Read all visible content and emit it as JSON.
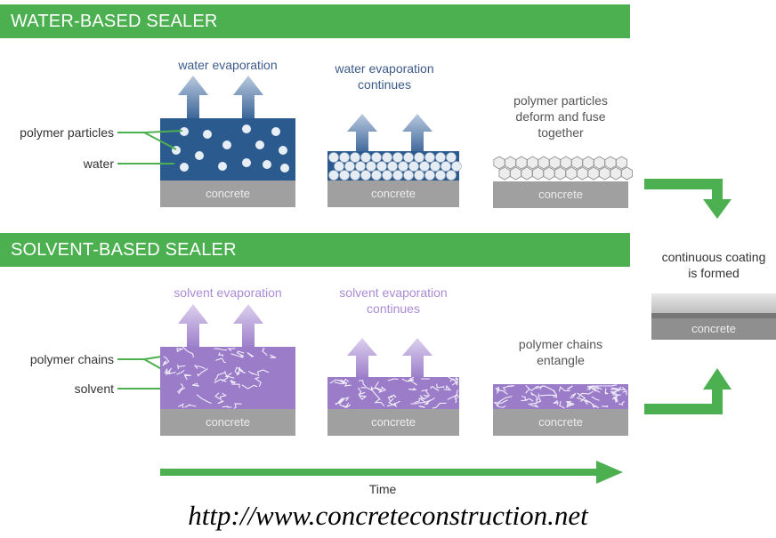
{
  "water_section": {
    "title": "WATER-BASED SEALER",
    "step1_caption": "water evaporation",
    "step2_caption": [
      "water evaporation",
      "continues"
    ],
    "step3_caption": [
      "polymer particles",
      "deform and fuse",
      "together"
    ],
    "label_particles": "polymer particles",
    "label_water": "water",
    "concrete_label": "concrete"
  },
  "solvent_section": {
    "title": "SOLVENT-BASED SEALER",
    "step1_caption": "solvent evaporation",
    "step2_caption": [
      "solvent evaporation",
      "continues"
    ],
    "step3_caption": [
      "polymer chains",
      "entangle"
    ],
    "label_chains": "polymer chains",
    "label_solvent": "solvent",
    "concrete_label": "concrete"
  },
  "result": {
    "caption": [
      "continuous coating",
      "is formed"
    ],
    "concrete_label": "concrete"
  },
  "time_label": "Time",
  "source_url": "http://www.concreteconstruction.net",
  "colors": {
    "banner_green": "#4caf50",
    "water_blue": "#2b5a8e",
    "solvent_purple": "#9a7cc9",
    "concrete_grey": "#a0a0a0",
    "arrow_green": "#4caf50"
  }
}
